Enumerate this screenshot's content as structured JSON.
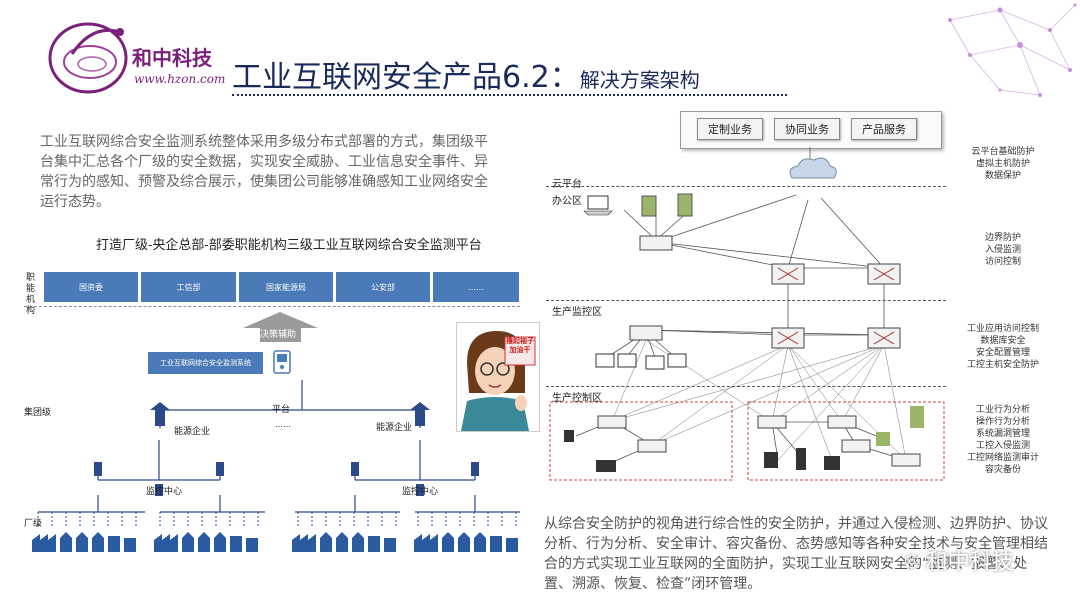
{
  "brand": {
    "name": "和中科技",
    "url": "www.hzon.com"
  },
  "title": {
    "main": "工业互联网安全产品6.2：",
    "sub": "解决方案架构"
  },
  "intro_text": "工业互联网综合安全监测系统整体采用多级分布式部署的方式，集团级平台集中汇总各个厂级的安全数据，实现安全威胁、工业信息安全事件、异常行为的感知、预警及综合展示，使集团公司能够准确感知工业网络安全运行态势。",
  "left_diagram": {
    "heading": "打造厂级-央企总部-部委职能机构三级工业互联网综合安全监测平台",
    "row_label_agencies": "职能机构",
    "agencies": [
      "国资委",
      "工信部",
      "国家能源局",
      "公安部",
      "……"
    ],
    "decision_label": "决策辅助",
    "system_label": "工业互联网综合安全监测系统",
    "group_label": "集团级",
    "platform_label": "平台",
    "dots_label": "……",
    "enterprise_left": "能源企业",
    "enterprise_right": "能源企业",
    "monitor_left": "监控中心",
    "monitor_right": "监控中心",
    "factory_label": "厂级"
  },
  "cartoon": {
    "sign_text": "撸起袖子加油干"
  },
  "right_diagram": {
    "services": [
      "定制业务",
      "协同业务",
      "产品服务"
    ],
    "zones": [
      "云平台",
      "办公区",
      "生产监控区",
      "生产控制区"
    ],
    "notes": [
      [
        "云平台基础防护",
        "虚拟主机防护",
        "数据保护"
      ],
      [
        "边界防护",
        "入侵监测",
        "访问控制"
      ],
      [
        "工业应用访问控制",
        "数据库安全",
        "安全配置管理",
        "工控主机安全防护"
      ],
      [
        "工业行为分析",
        "操作行为分析",
        "系统漏洞管理",
        "工控入侵监测",
        "工控网络监测审计",
        "容灾备份"
      ]
    ]
  },
  "bottom_text": "从综合安全防护的视角进行综合性的安全防护，并通过入侵检测、边界防护、协议分析、行为分析、安全审计、容灾备份、态势感知等各种安全技术与安全管理相结合的方式实现工业互联网的全面防护，实现工业互联网安全的“监测、报警、处置、溯源、恢复、检查”闭环管理。",
  "watermark": "和中科技",
  "colors": {
    "brand_purple": "#7a1f7a",
    "title_navy": "#1a2a5a",
    "agency_blue": "#4a7ab8"
  }
}
